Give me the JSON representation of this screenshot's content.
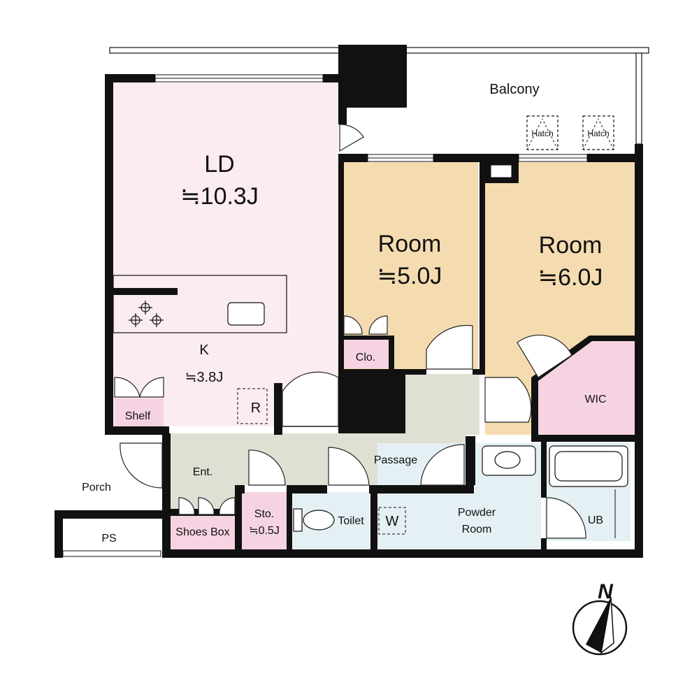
{
  "colors": {
    "ld": "#fbecef",
    "room": "#f5dcb0",
    "passage": "#dfe0d3",
    "wet": "#e4f0f4",
    "storage": "#f6d3e2",
    "wall": "#111111"
  },
  "rooms": {
    "balcony": "Balcony",
    "hatch1": "Hatch",
    "hatch2": "Hatch",
    "ld_name": "LD",
    "ld_size": "≒10.3J",
    "k_name": "K",
    "k_size": "≒3.8J",
    "room1_name": "Room",
    "room1_size": "≒5.0J",
    "room2_name": "Room",
    "room2_size": "≒6.0J",
    "clo": "Clo.",
    "wic": "WIC",
    "shelf": "Shelf",
    "refrigerator": "R",
    "passage": "Passage",
    "entrance": "Ent.",
    "porch": "Porch",
    "ps": "PS",
    "shoes_box": "Shoes Box",
    "sto_name": "Sto.",
    "sto_size": "≒0.5J",
    "toilet": "Toilet",
    "washer": "W",
    "powder_line1": "Powder",
    "powder_line2": "Room",
    "ub": "UB"
  },
  "compass": {
    "north": "N",
    "icon": "north-arrow-icon"
  }
}
